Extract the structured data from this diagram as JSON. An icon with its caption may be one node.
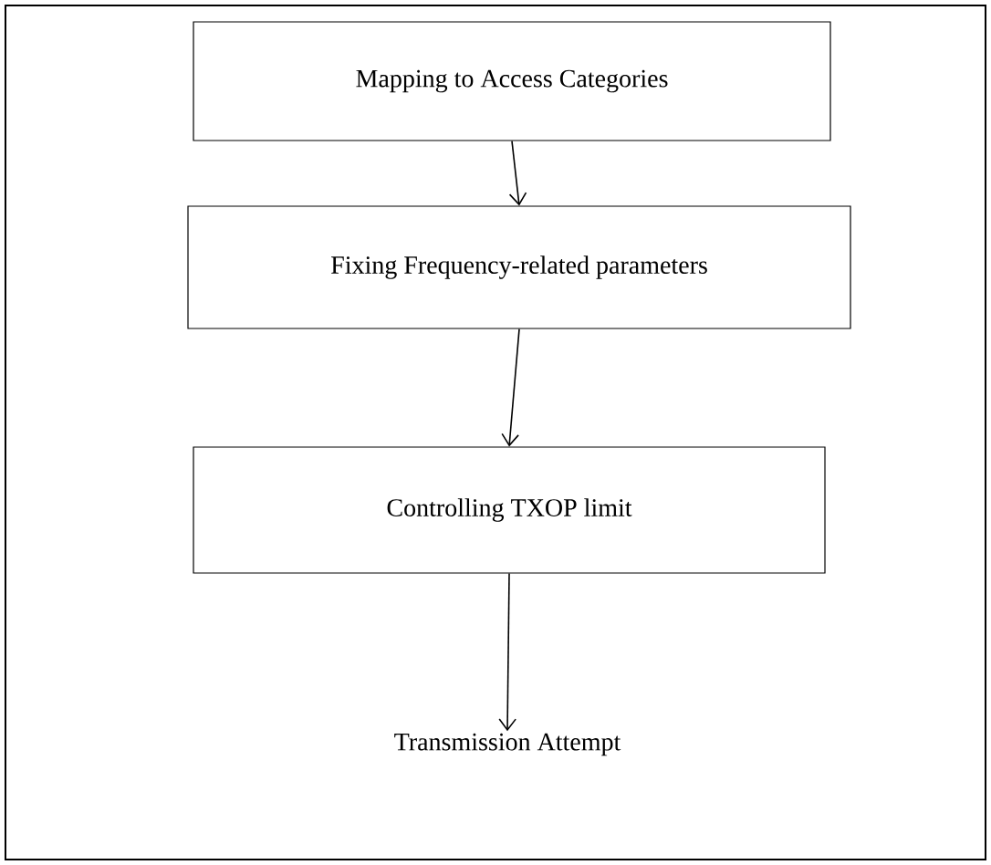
{
  "diagram": {
    "nodes": [
      {
        "text": [
          "Mapping to Access Categories"
        ]
      },
      {
        "text": [
          "Fixing Frequency-related parameters"
        ]
      },
      {
        "text": [
          "Controlling TXOP limit"
        ]
      },
      {
        "text": [
          "Transmission Attempt"
        ]
      }
    ],
    "edges": [
      {
        "from": 0,
        "to": 1,
        "arrow": "to"
      },
      {
        "from": 1,
        "to": 2,
        "arrow": "to"
      },
      {
        "from": 2,
        "to": 3,
        "arrow": "to"
      }
    ]
  }
}
